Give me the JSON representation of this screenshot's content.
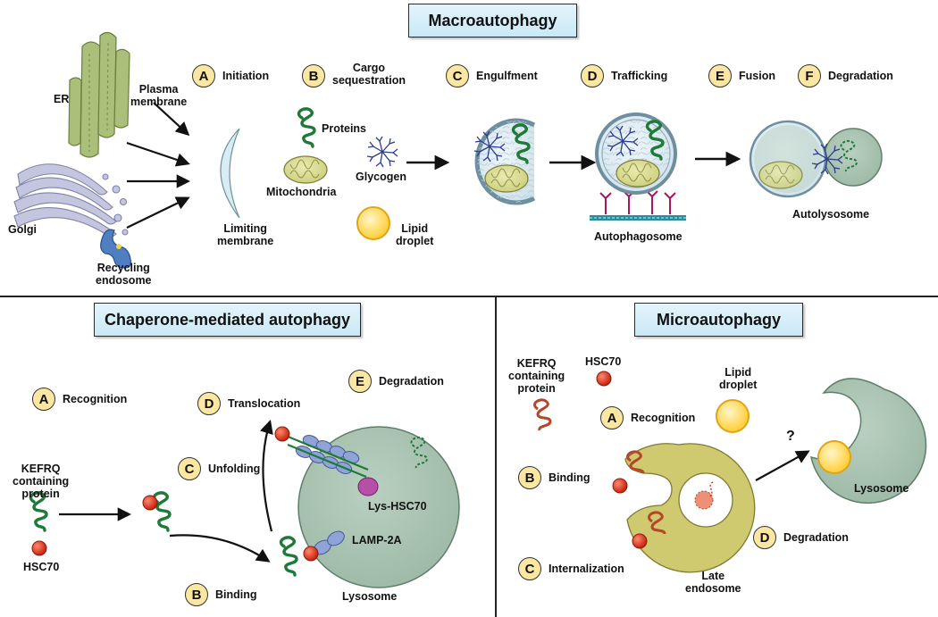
{
  "macro": {
    "title": "Macroautophagy",
    "steps": [
      {
        "letter": "A",
        "label": "Initiation"
      },
      {
        "letter": "B",
        "label": "Cargo\nsequestration"
      },
      {
        "letter": "C",
        "label": "Engulfment"
      },
      {
        "letter": "D",
        "label": "Trafficking"
      },
      {
        "letter": "E",
        "label": "Fusion"
      },
      {
        "letter": "F",
        "label": "Degradation"
      }
    ],
    "labels": {
      "er": "ER",
      "plasma_membrane": "Plasma\nmembrane",
      "golgi": "Golgi",
      "recycling_endosome": "Recycling\nendosome",
      "limiting_membrane": "Limiting\nmembrane",
      "proteins": "Proteins",
      "mitochondria": "Mitochondria",
      "glycogen": "Glycogen",
      "lipid_droplet": "Lipid\ndroplet",
      "autophagosome": "Autophagosome",
      "autolysosome": "Autolysosome"
    }
  },
  "cma": {
    "title": "Chaperone-mediated autophagy",
    "steps": [
      {
        "letter": "A",
        "label": "Recognition"
      },
      {
        "letter": "B",
        "label": "Binding"
      },
      {
        "letter": "C",
        "label": "Unfolding"
      },
      {
        "letter": "D",
        "label": "Translocation"
      },
      {
        "letter": "E",
        "label": "Degradation"
      }
    ],
    "labels": {
      "kefrq": "KEFRQ\ncontaining\nprotein",
      "hsc70": "HSC70",
      "lys_hsc70": "Lys-HSC70",
      "lamp2a": "LAMP-2A",
      "lysosome": "Lysosome"
    }
  },
  "micro": {
    "title": "Microautophagy",
    "steps": [
      {
        "letter": "A",
        "label": "Recognition"
      },
      {
        "letter": "B",
        "label": "Binding"
      },
      {
        "letter": "C",
        "label": "Internalization"
      },
      {
        "letter": "D",
        "label": "Degradation"
      }
    ],
    "labels": {
      "kefrq": "KEFRQ\ncontaining\nprotein",
      "hsc70": "HSC70",
      "lipid_droplet": "Lipid\ndroplet",
      "question": "?",
      "lysosome": "Lysosome",
      "late_endosome": "Late\nendosome"
    }
  },
  "colors": {
    "title_fill": "#cfeaf5",
    "badge_fill": "#fbe7a2",
    "protein_green": "#1f7a3a",
    "hsc70_red": "#d8321f",
    "lysosome_green": "#a9c3b1",
    "mito_yellow": "#d9dc8e",
    "glycogen_blue": "#2d3a8c",
    "lipid_yellow": "#ffd85a",
    "late_endosome": "#c9c46b"
  }
}
